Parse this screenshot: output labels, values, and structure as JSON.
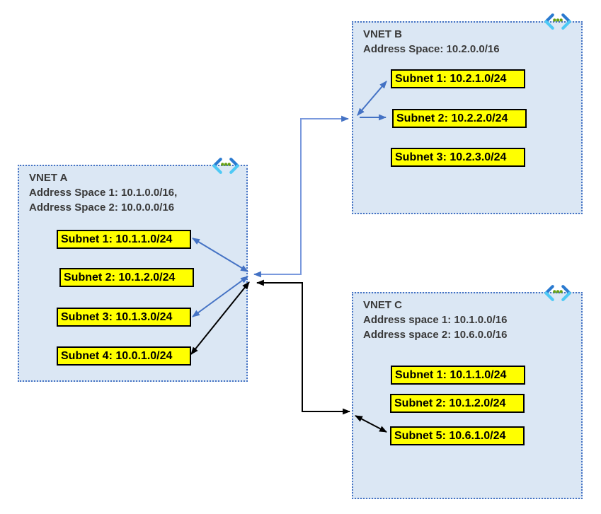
{
  "theme": {
    "canvas_bg": "#ffffff",
    "vnet_fill": "#dbe7f4",
    "vnet_border": "#4472c4",
    "title_color": "#3a3a3a",
    "subnet_fill": "#ffff00",
    "subnet_border": "#000000",
    "subnet_text": "#000000",
    "arrow_blue": "#4472c4",
    "arrow_blue_light": "#7a99dd",
    "arrow_black": "#000000",
    "icon_dark_blue": "#2a7ad0",
    "icon_cyan": "#4ec9f5",
    "icon_green": "#66a013"
  },
  "vnets": [
    {
      "name": "VNET A",
      "address_lines": [
        "Address Space 1: 10.1.0.0/16,",
        "Address Space 2: 10.0.0.0/16"
      ],
      "subnets": [
        "Subnet 1: 10.1.1.0/24",
        "Subnet 2: 10.1.2.0/24",
        "Subnet 3: 10.1.3.0/24",
        "Subnet 4: 10.0.1.0/24"
      ]
    },
    {
      "name": "VNET B",
      "address_lines": [
        "Address Space: 10.2.0.0/16"
      ],
      "subnets": [
        "Subnet 1: 10.2.1.0/24",
        "Subnet 2: 10.2.2.0/24",
        "Subnet 3: 10.2.3.0/24"
      ]
    },
    {
      "name": "VNET C",
      "address_lines": [
        "Address space 1: 10.1.0.0/16",
        "Address space 2: 10.6.0.0/16"
      ],
      "subnets": [
        "Subnet 1: 10.1.1.0/24",
        "Subnet 2: 10.1.2.0/24",
        "Subnet 5: 10.6.1.0/24"
      ]
    }
  ],
  "connections": [
    {
      "from": "VNET A",
      "to": "VNET B",
      "color": "blue",
      "style": "bidirectional"
    },
    {
      "from": "VNET A",
      "to": "VNET C",
      "color": "black",
      "style": "bidirectional"
    }
  ]
}
